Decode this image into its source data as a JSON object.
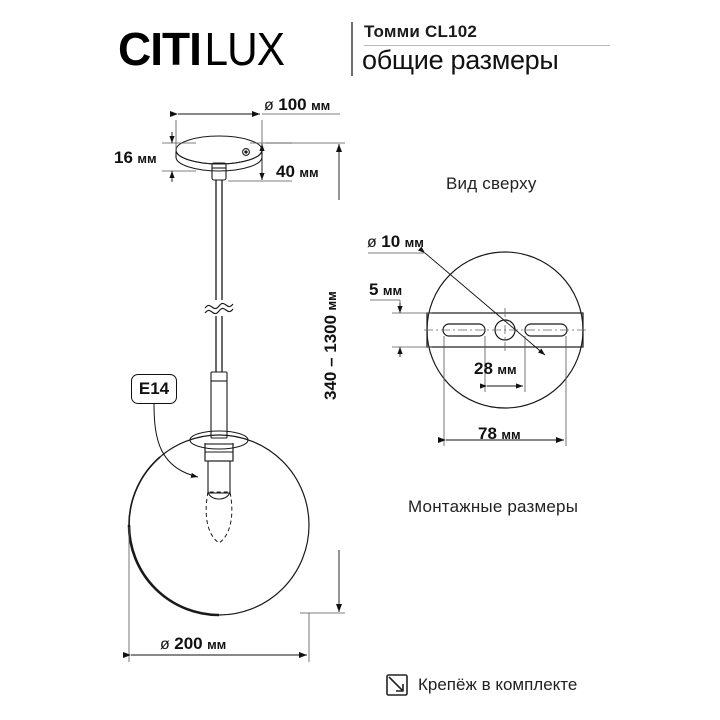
{
  "header": {
    "brand_citi": "CITI",
    "brand_lux": "LUX",
    "model": "Томми CL102",
    "subtitle": "общие размеры"
  },
  "left_view": {
    "canopy_diameter": {
      "symbol": "ø",
      "value": "100",
      "unit": "мм"
    },
    "canopy_height": {
      "value": "16",
      "unit": "мм"
    },
    "canopy_total_height": {
      "value": "40",
      "unit": "мм"
    },
    "suspension_range": {
      "value": "340 – 1300",
      "unit": "мм"
    },
    "socket_label": "E14",
    "globe_diameter": {
      "symbol": "ø",
      "value": "200",
      "unit": "мм"
    }
  },
  "right_view": {
    "title_top": "Вид сверху",
    "hole_diameter": {
      "symbol": "ø",
      "value": "10",
      "unit": "мм"
    },
    "bracket_thickness": {
      "value": "5",
      "unit": "мм"
    },
    "slot_spacing": {
      "value": "28",
      "unit": "мм"
    },
    "bracket_width": {
      "value": "78",
      "unit": "мм"
    },
    "title_bottom": "Монтажные размеры"
  },
  "footer": {
    "icon": "arrow-into-box-icon",
    "text": "Крепёж в комплекте"
  },
  "colors": {
    "ink": "#111111",
    "line": "#1a1a1a",
    "thin_line": "#555555",
    "divider": "#b9b9b9"
  }
}
